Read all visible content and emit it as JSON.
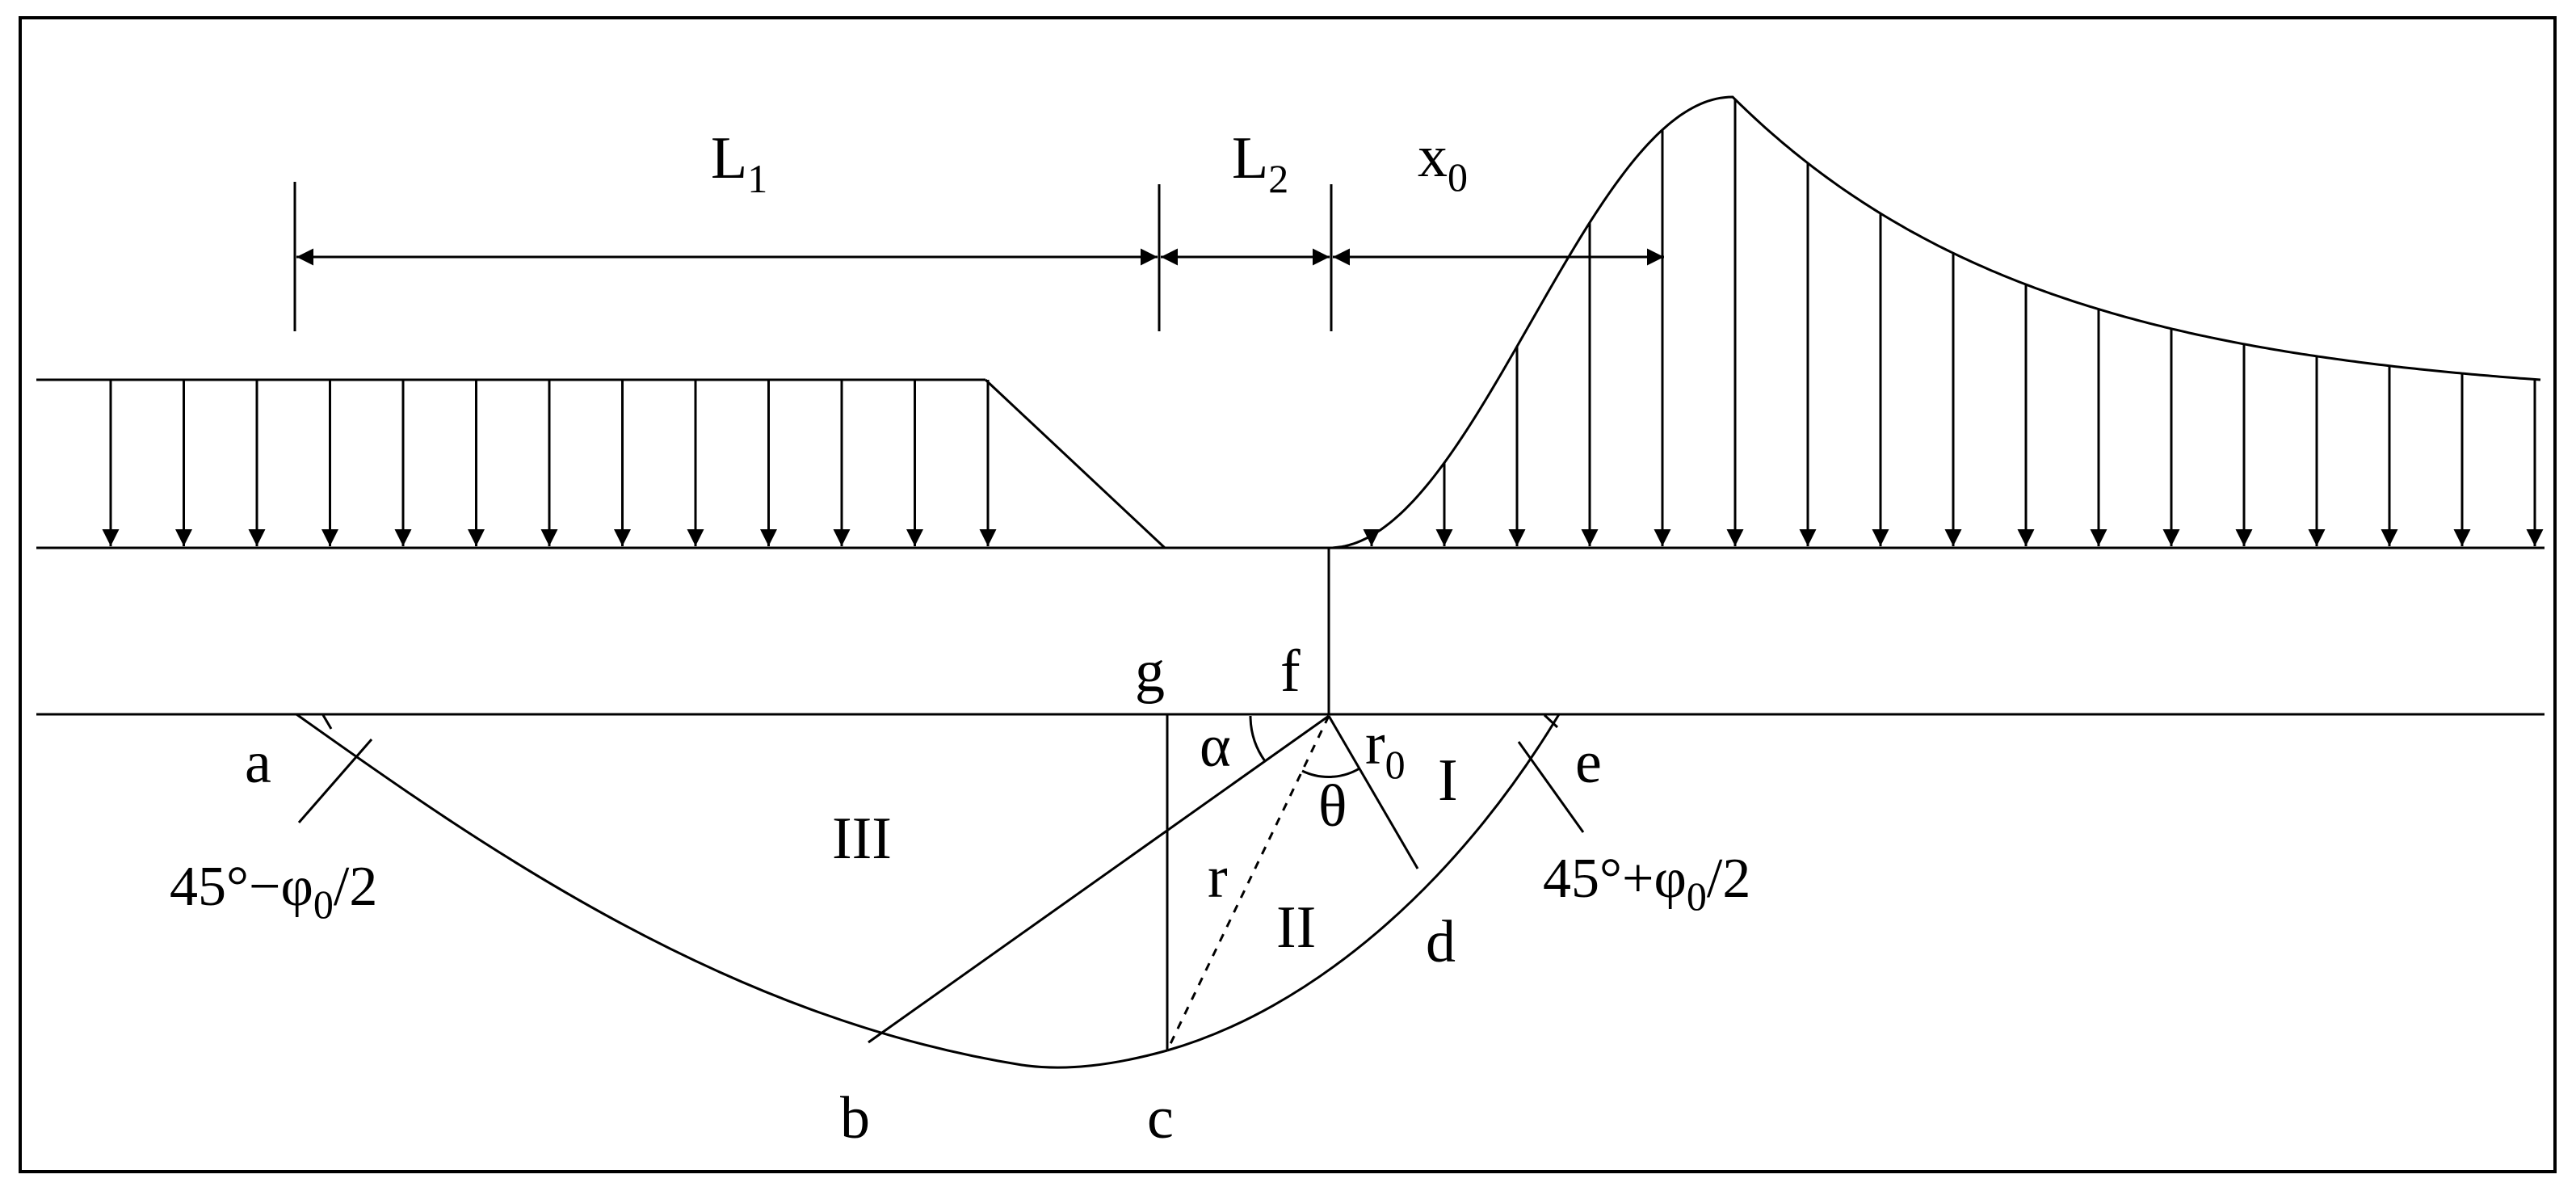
{
  "labels": {
    "L1": "L",
    "L1_sub": "1",
    "L2": "L",
    "L2_sub": "2",
    "x0": "x",
    "x0_sub": "0",
    "r0": "r",
    "r0_sub": "0",
    "r": "r",
    "alpha": "α",
    "theta": "θ",
    "a": "a",
    "b": "b",
    "c": "c",
    "d": "d",
    "e": "e",
    "f": "f",
    "g": "g",
    "zone_I": "I",
    "zone_II": "II",
    "zone_III": "III",
    "angle_left_pre": "45°−φ",
    "angle_left_sub": "0",
    "angle_left_post": "/2",
    "angle_right_pre": "45°+φ",
    "angle_right_sub": "0",
    "angle_right_post": "/2"
  }
}
